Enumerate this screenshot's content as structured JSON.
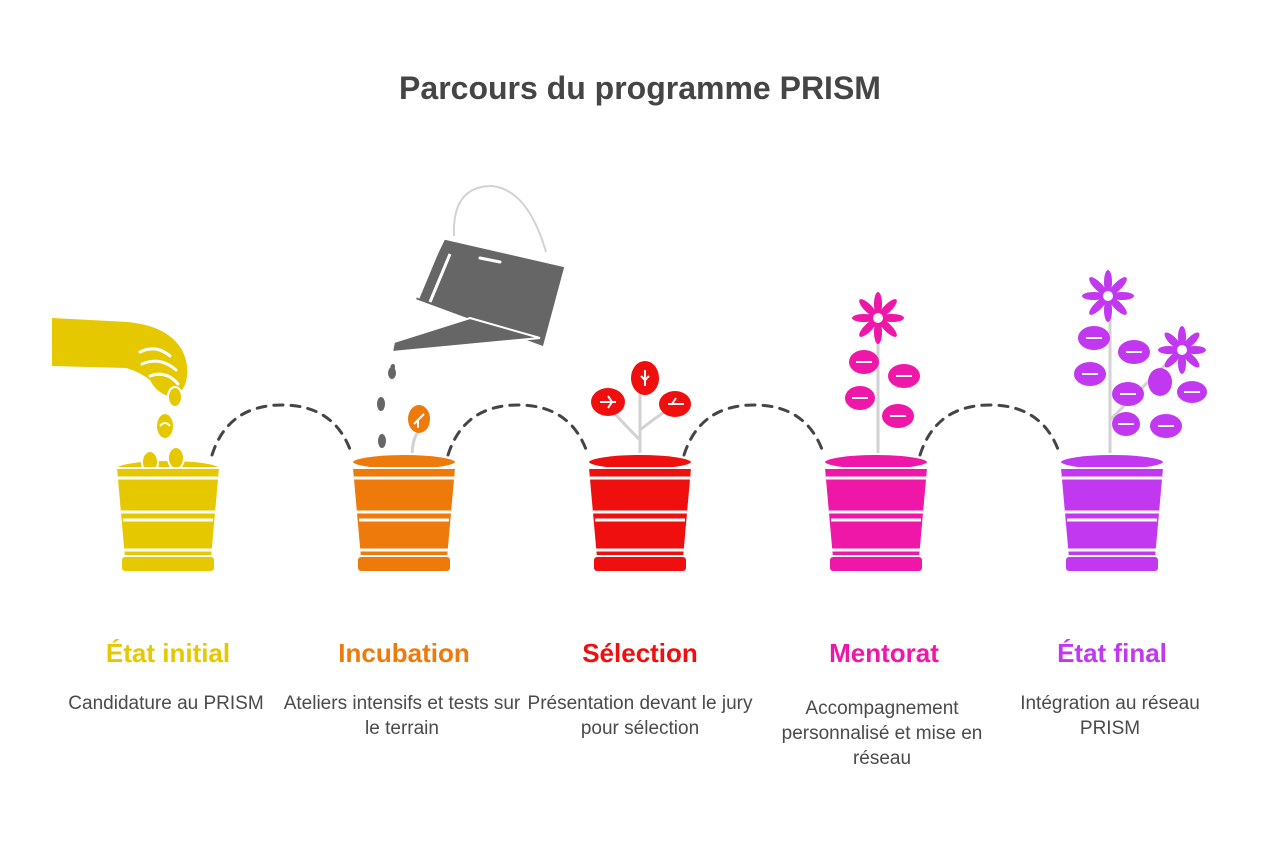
{
  "title": "Parcours du programme PRISM",
  "steps": [
    {
      "title": "État initial",
      "description": "Candidature au PRISM",
      "color": "#E5C800"
    },
    {
      "title": "Incubation",
      "description": "Ateliers intensifs et tests sur le terrain",
      "color": "#EE7A0C"
    },
    {
      "title": "Sélection",
      "description": "Présentation devant le jury pour sélection",
      "color": "#F00F0F"
    },
    {
      "title": "Mentorat",
      "description": "Accompagnement personnalisé et mise en réseau",
      "color": "#EE17A8"
    },
    {
      "title": "État final",
      "description": "Intégration au réseau PRISM",
      "color": "#C238F0"
    }
  ],
  "icons": {
    "hand": "hand-sowing-seeds-icon",
    "watering_can": "watering-can-icon",
    "pots": [
      "seed-pot-icon",
      "sprout-pot-icon",
      "leafy-pot-icon",
      "flowering-pot-icon",
      "blooming-pot-icon"
    ]
  },
  "colors": {
    "title": "#454545",
    "text": "#4a4a4a",
    "connector": "#454545",
    "can": "#666666"
  }
}
